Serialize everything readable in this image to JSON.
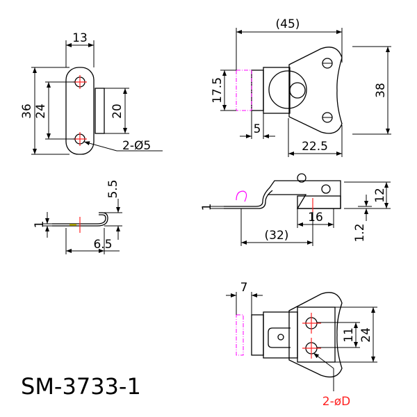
{
  "model_number": "SM-3733-1",
  "colors": {
    "line": "#000000",
    "center_line": "#ff2020",
    "phantom_line": "#ff00ff",
    "note": "#ff2020"
  },
  "views": {
    "front_left": {
      "width": "13",
      "height_total": "36",
      "hole_pitch": "24",
      "side_height": "20",
      "holes_note": "2-Ø5"
    },
    "side_left": {
      "hook_height": "5.5",
      "thickness": "1",
      "hook_length": "6.5"
    },
    "top_right": {
      "overall_length": "(45)",
      "hook_width": "17.5",
      "offset": "5",
      "base_length": "22.5",
      "base_height": "38"
    },
    "side_right": {
      "thickness": "1",
      "height": "12",
      "base_width": "16",
      "reach": "(32)",
      "plate_thickness": "1.2"
    },
    "bottom_right": {
      "hook_depth": "7",
      "hole_pitch": "11",
      "plate_width": "24",
      "holes_note": "2-øD"
    }
  }
}
